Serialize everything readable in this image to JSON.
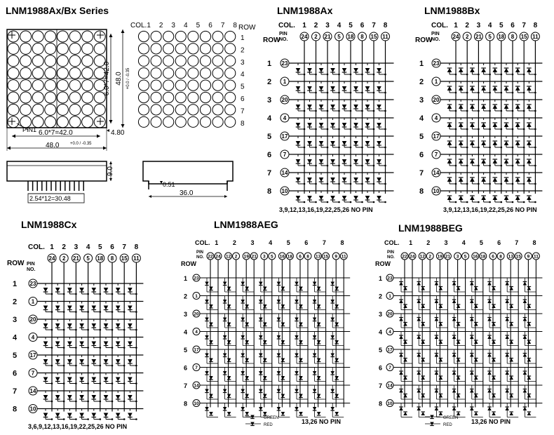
{
  "titles": {
    "series": "LNM1988Ax/Bx Series",
    "ax": "LNM1988Ax",
    "bx": "LNM1988Bx",
    "cx": "LNM1988Cx",
    "aeg": "LNM1988AEG",
    "beg": "LNM1988BEG"
  },
  "labels": {
    "col": "COL.",
    "row": "ROW",
    "pin": "PIN",
    "no": "NO.",
    "pin1": "PIN1",
    "col1": "COL.1",
    "green": "GREEN",
    "red": "RED"
  },
  "dims": {
    "height_48": "48.0",
    "tol": "+0.0 / -0.35",
    "pitch_42v": "6.0*7=42.0",
    "pitch_42h": "6.0*7=42.0",
    "width_48": "48.0",
    "d480": "4.80",
    "d90": "9.0",
    "pins": "2.54*12=30.48",
    "d051": "0.51",
    "d360": "36.0"
  },
  "col_numbers": [
    "1",
    "2",
    "3",
    "4",
    "5",
    "6",
    "7",
    "8"
  ],
  "row_numbers": [
    "1",
    "2",
    "3",
    "4",
    "5",
    "6",
    "7",
    "8"
  ],
  "single_col_pins": [
    "24",
    "2",
    "21",
    "5",
    "18",
    "8",
    "15",
    "11"
  ],
  "row_pins": [
    "23",
    "1",
    "20",
    "4",
    "17",
    "7",
    "14",
    "10"
  ],
  "dual_col_pins": [
    "22",
    "24",
    "12",
    "2",
    "19",
    "21",
    "3",
    "5",
    "16",
    "18",
    "6",
    "8",
    "13",
    "15",
    "9",
    "11"
  ],
  "notes": {
    "ax": "3,9,12,13,16,19,22,25,26 NO PIN",
    "bx": "3,9,12,13,16,19,22,25,26 NO PIN",
    "cx": "3,6,9,12,13,16,19,22,25,26  NO  PIN",
    "aeg": "13,26 NO PIN",
    "beg": "13,26 NO PIN"
  }
}
